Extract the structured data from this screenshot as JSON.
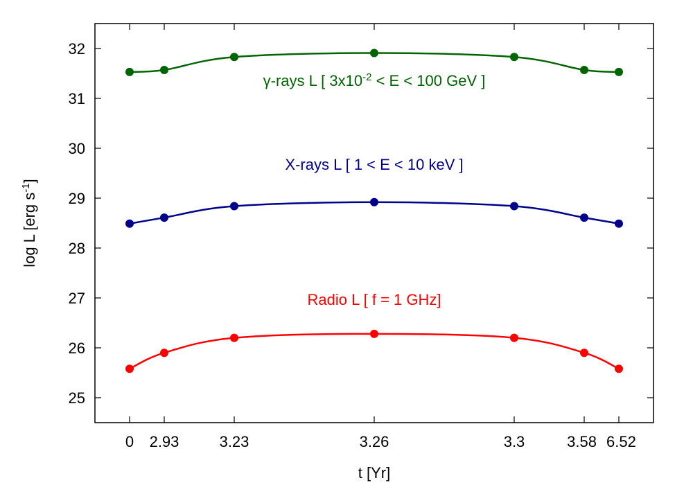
{
  "chart_data": {
    "type": "line",
    "xlabel": "t [Yr]",
    "ylabel": {
      "base": "log L [erg s",
      "sup": "-1",
      "close": "]"
    },
    "ylim": [
      24.5,
      32.5
    ],
    "x_tick_labels": [
      "0",
      "2.93",
      "3.23",
      "3.26",
      "3.3",
      "3.58",
      "6.52"
    ],
    "y_ticks": [
      25,
      26,
      27,
      28,
      29,
      30,
      31,
      32
    ],
    "series": [
      {
        "key": "gamma",
        "color": "#006400",
        "values": [
          31.53,
          31.57,
          31.83,
          31.91,
          31.83,
          31.57,
          31.53
        ],
        "label": {
          "pre": "γ-rays L [ 3x10",
          "sup": "-2",
          "post": " < E < 100 GeV ]"
        }
      },
      {
        "key": "xray",
        "color": "#00008b",
        "values": [
          28.49,
          28.61,
          28.84,
          28.92,
          28.84,
          28.61,
          28.49
        ],
        "label": {
          "pre": "X-rays L [ 1 < E < 10 keV ]",
          "sup": "",
          "post": ""
        }
      },
      {
        "key": "radio",
        "color": "#ff0000",
        "values": [
          25.58,
          25.9,
          26.2,
          26.28,
          26.2,
          25.9,
          25.58
        ],
        "label": {
          "pre": "Radio L [ f = 1 GHz]",
          "sup": "",
          "post": ""
        }
      }
    ],
    "grid": false,
    "legend": "none"
  }
}
